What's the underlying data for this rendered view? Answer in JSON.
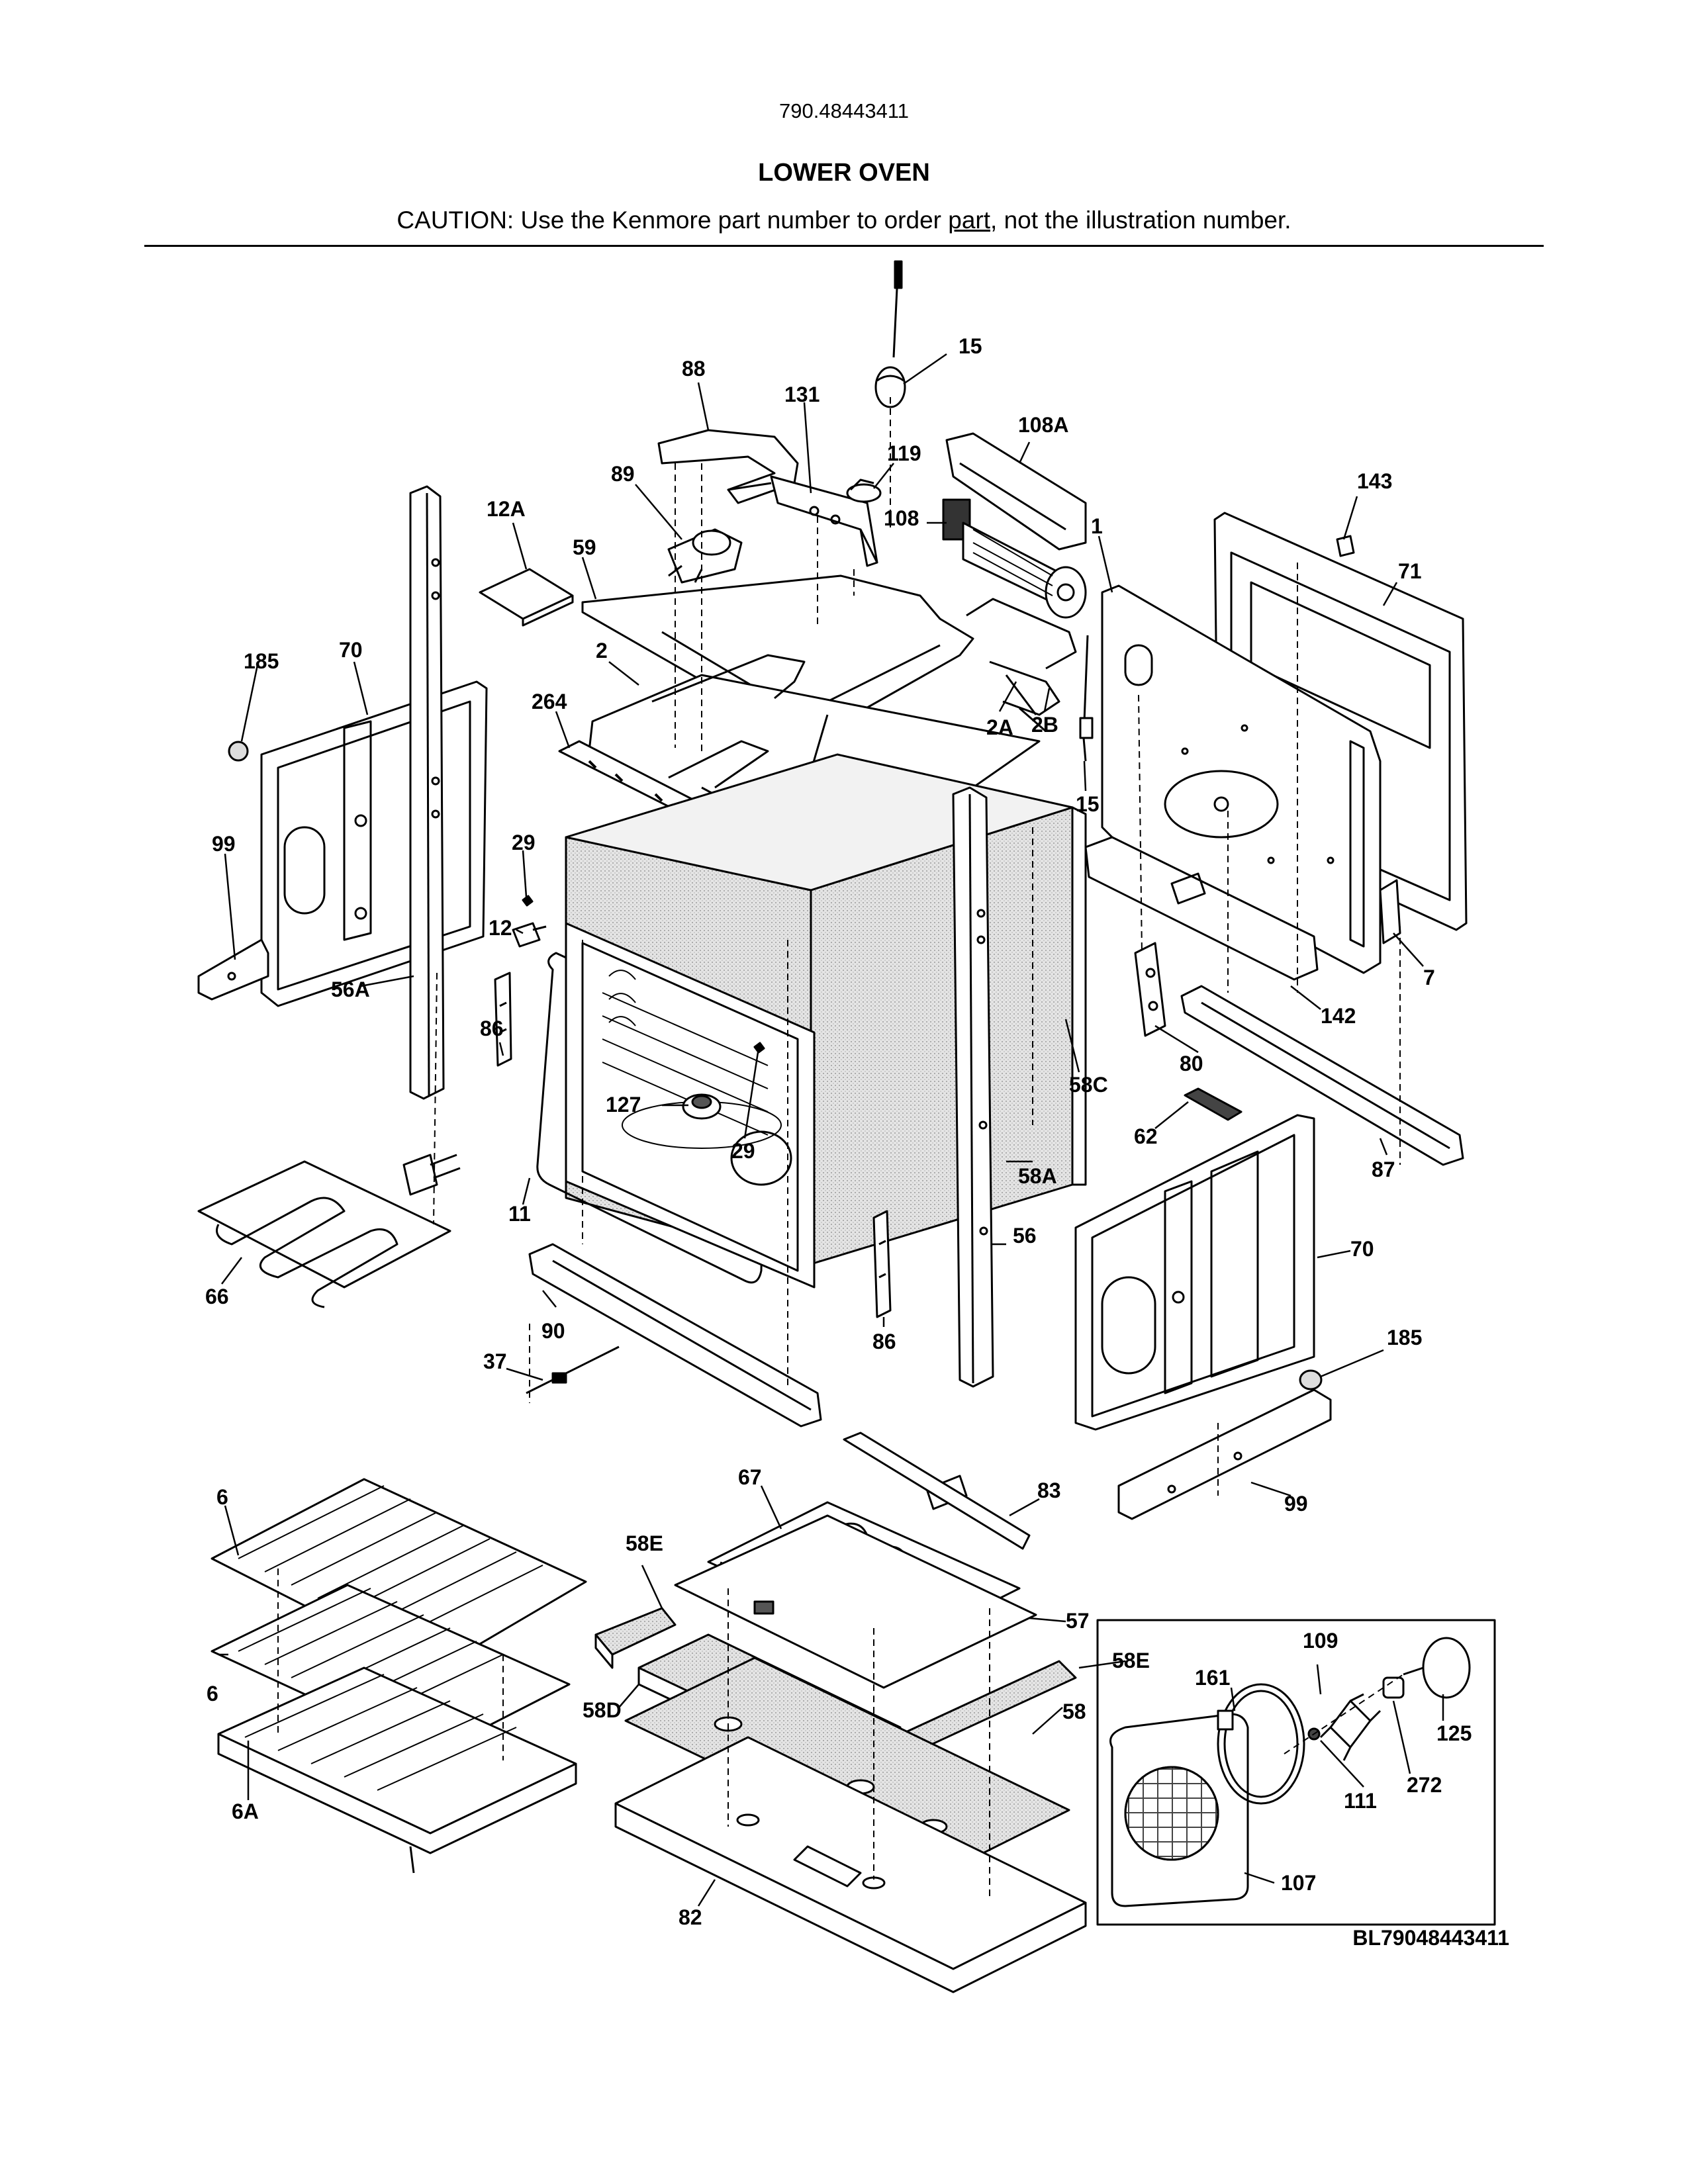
{
  "header": {
    "model_number": "790.48443411",
    "title": "LOWER OVEN",
    "caution_before": "CAUTION: Use the Kenmore part number to order ",
    "caution_link": "part",
    "caution_after": ", not the illustration number."
  },
  "footer": {
    "diagram_code": "BL79048443411"
  },
  "callouts": {
    "c15a": "15",
    "c88": "88",
    "c131": "131",
    "c108A": "108A",
    "c119": "119",
    "c89": "89",
    "c108": "108",
    "c1": "1",
    "c143": "143",
    "c12A": "12A",
    "c59": "59",
    "c71": "71",
    "c185a": "185",
    "c70a": "70",
    "c2": "2",
    "c264": "264",
    "c2A": "2A",
    "c2B": "2B",
    "c15b": "15",
    "c29a": "29",
    "c99a": "99",
    "c12": "12",
    "c56A": "56A",
    "c86a": "86",
    "c7": "7",
    "c142": "142",
    "c80": "80",
    "c127": "127",
    "c29b": "29",
    "c58C": "58C",
    "c62": "62",
    "c87": "87",
    "c58A": "58A",
    "c11": "11",
    "c66": "66",
    "c56": "56",
    "c70b": "70",
    "c90": "90",
    "c86b": "86",
    "c185b": "185",
    "c37": "37",
    "c67": "67",
    "c83": "83",
    "c6a": "6",
    "c99b": "99",
    "c58E_a": "58E",
    "c57": "57",
    "c109": "109",
    "c58E_b": "58E",
    "c161": "161",
    "c6b": "6",
    "c58D": "58D",
    "c58": "58",
    "c125": "125",
    "c111": "111",
    "c272": "272",
    "c6A": "6A",
    "c107": "107",
    "c82": "82"
  }
}
